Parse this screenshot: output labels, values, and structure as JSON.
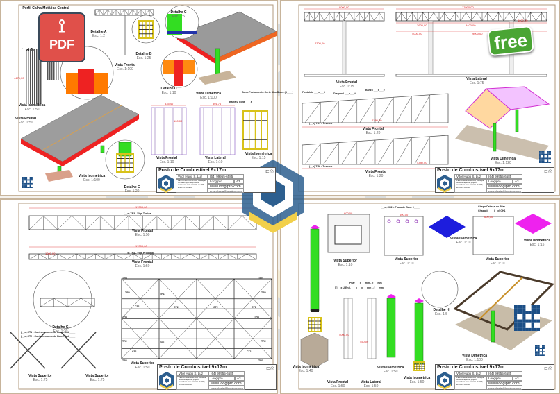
{
  "titleblock": {
    "title": "Posto de Combustível 9x17m",
    "author": "Vitor Hugo S. Luz",
    "phone": "(64) 99955-6585",
    "company": "Loogipro",
    "website": "www.loogipro.com",
    "email": "engenharia@loogipro.com",
    "note": "Para consultoria técnica, validação ou elaboração de projetos executivos com emissão de ART, entre em contato!",
    "paper": "A3"
  },
  "badges": {
    "pdf": "PDF",
    "free": "free"
  },
  "colors": {
    "frame": "#c7b49b",
    "roof": "#9a9a9a",
    "edge": "#ee2222",
    "column": "#33dd22",
    "watermark": "#2d5f8f",
    "accent": "#f2d04a",
    "dimension": "#dd2222"
  },
  "sheet1": {
    "views": [
      {
        "title": "Perfil Calha Metálica Central",
        "scale": ""
      },
      {
        "title": "Detalhe A",
        "scale": "Esc. 1:2"
      },
      {
        "title": "Detalhe B",
        "scale": "Esc. 1:25"
      },
      {
        "title": "Vista Frontal",
        "scale": "Esc. 1:100"
      },
      {
        "title": "Detalhe C",
        "scale": "Esc. 1:5"
      },
      {
        "title": "Detalhe D",
        "scale": "Esc. 1:10"
      },
      {
        "title": "Vista Dimétrica",
        "scale": "Esc. 1:100"
      },
      {
        "title": "(__x) Te",
        "scale": ""
      },
      {
        "title": "Vista Isométrica",
        "scale": "Esc. 1:50"
      },
      {
        "title": "Vista Frontal",
        "scale": "Esc. 1:50"
      },
      {
        "title": "Vista Frontal",
        "scale": "Esc. 1:10"
      },
      {
        "title": "Vista Lateral",
        "scale": "Esc. 1:10"
      },
      {
        "title": "Vista Isométrica",
        "scale": "Esc. 1:15"
      },
      {
        "title": "Vista Isométrica",
        "scale": "Esc. 1:100"
      },
      {
        "title": "Detalhe E",
        "scale": "Esc. 1:20"
      }
    ],
    "notes": [
      "Barra Fechamento Corte Aba Bloco (4____)",
      "Barra Ø bolta ___ a ___"
    ],
    "dims": [
      "535,40",
      "501,76",
      "100,00",
      "4475,00"
    ]
  },
  "sheet2": {
    "views": [
      {
        "title": "Vista Frontal",
        "scale": "Esc. 1:75"
      },
      {
        "title": "Vista Lateral",
        "scale": "Esc. 1:75"
      },
      {
        "title": "Vista Frontal",
        "scale": "Esc. 1:20"
      },
      {
        "title": "Vista Frontal",
        "scale": "Esc. 1:20"
      },
      {
        "title": "Vista Dimétrica",
        "scale": "Esc. 1:120"
      }
    ],
    "notes": [
      "(__x) TR1 - Tesoura",
      "(__x) TR2 - Tesoura",
      "Pontalete ___x___#",
      "Diagonal ___x___#",
      "Banzo ___x___#"
    ],
    "dims": [
      "9000,00",
      "17000,00",
      "3620,00",
      "9400,00",
      "3800,00",
      "4000,00",
      "9000,00",
      "4300,00",
      "4380,00",
      "4380,00"
    ]
  },
  "sheet3": {
    "views": [
      {
        "title": "Vista Frontal",
        "scale": "Esc. 1:50"
      },
      {
        "title": "Vista Frontal",
        "scale": "Esc. 1:50"
      },
      {
        "title": "Detalhe G",
        "scale": "Esc. 1:20"
      },
      {
        "title": "Vista Superior",
        "scale": "Esc. 1:50"
      },
      {
        "title": "Vista Superior",
        "scale": "Esc. 1:75"
      },
      {
        "title": "Vista Superior",
        "scale": "Esc. 1:75"
      }
    ],
    "notes": [
      "(__x) TR3 - Viga Treliça",
      "(__x) TR4 - Viga Principal",
      "(__x) CT1 - Contraventamento Barra Red.____",
      "(__x) CT2 - Contraventamento Barra Red.____"
    ],
    "dims": [
      "17000,00",
      "17000,00",
      "1000,00"
    ],
    "tags": [
      "TR3",
      "TR3",
      "TR2",
      "TR1",
      "TR2",
      "CT1",
      "CT2",
      "CT2",
      "CT1",
      "TR4",
      "TR4",
      "TR2",
      "TR1",
      "TR2",
      "CT1",
      "CT1",
      "TR3",
      "TR3"
    ]
  },
  "sheet4": {
    "views": [
      {
        "title": "Vista Superior",
        "scale": "Esc. 1:10"
      },
      {
        "title": "Vista Superior",
        "scale": "Esc. 1:10"
      },
      {
        "title": "Vista Isométrica",
        "scale": "Esc. 1:10"
      },
      {
        "title": "Vista Superior",
        "scale": "Esc. 1:10"
      },
      {
        "title": "Vista Isométrica",
        "scale": "Esc. 1:15"
      },
      {
        "title": "Detalhe H",
        "scale": "Esc. 1:5"
      },
      {
        "title": "Vista Isométrica",
        "scale": "Esc. 1:40"
      },
      {
        "title": "Vista Frontal",
        "scale": "Esc. 1:50"
      },
      {
        "title": "Vista Lateral",
        "scale": "Esc. 1:50"
      },
      {
        "title": "Vista Isométrica",
        "scale": "Esc. 1:50"
      },
      {
        "title": "Vista Isométrica",
        "scale": "Esc. 1:50"
      },
      {
        "title": "Vista Dimétrica",
        "scale": "Esc. 1:100"
      }
    ],
    "notes": [
      "(__x) CH2 > Placa de Base #____",
      "Chapa Cabeça do Pilar",
      "Chapa #____ (__x) CH1",
      "Pilar ___x___mm - #___mm",
      "[ ] __x U Enri. ___x___x___mm - #___mm"
    ],
    "dims": [
      "600,00",
      "600,00",
      "600,00",
      "4000,00",
      "450,00"
    ]
  }
}
